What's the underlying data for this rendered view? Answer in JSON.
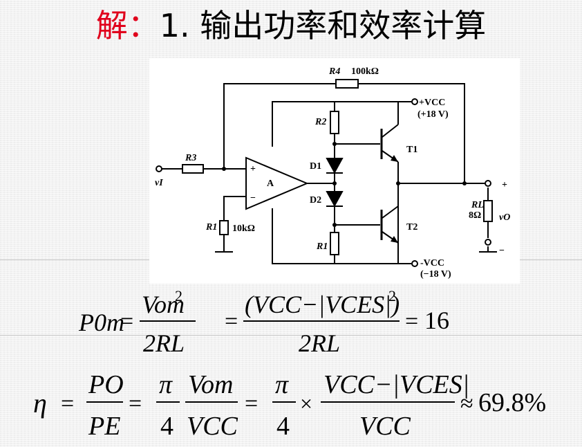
{
  "slide": {
    "title_lead": "解：",
    "title_rest": "1. 输出功率和效率计算"
  },
  "circuit": {
    "r4_label": "R4",
    "r4_value": "100kΩ",
    "vcc_pos_label": "+VCC",
    "vcc_pos_value": "(+18 V)",
    "vcc_neg_label": "-VCC",
    "vcc_neg_value": "(−18 V)",
    "r2_label": "R2",
    "r3_label": "R3",
    "r1_in_label": "R1",
    "r1_gnd_label": "R1",
    "r1_gnd_value": "10kΩ",
    "d1_label": "D1",
    "d2_label": "D2",
    "t1_label": "T1",
    "t2_label": "T2",
    "amp_label": "A",
    "amp_plus": "+",
    "amp_minus": "−",
    "input_label": "vI",
    "rl_label": "RL",
    "rl_value": "8Ω",
    "output_label": "vO",
    "out_plus": "+",
    "out_minus": "−"
  },
  "equations": {
    "p0m": {
      "lhs": "P0m",
      "eq1": "=",
      "num1": "Vom",
      "exp1": "2",
      "den1": "2RL",
      "eq2": "=",
      "num2": "(VCC−|VCES|)",
      "exp2": "2",
      "den2": "2RL",
      "eq3": "=",
      "result": "16"
    },
    "eta": {
      "lhs": "η",
      "eq1": "=",
      "num1": "PO",
      "den1": "PE",
      "eq2": "=",
      "pi1": "π",
      "four1": "4",
      "num2": "Vom",
      "den2": "VCC",
      "eq3": "=",
      "pi2": "π",
      "four2": "4",
      "times": "×",
      "num3": "VCC−|VCES|",
      "den3": "VCC",
      "approx": "≈",
      "result": "69.8%"
    }
  }
}
